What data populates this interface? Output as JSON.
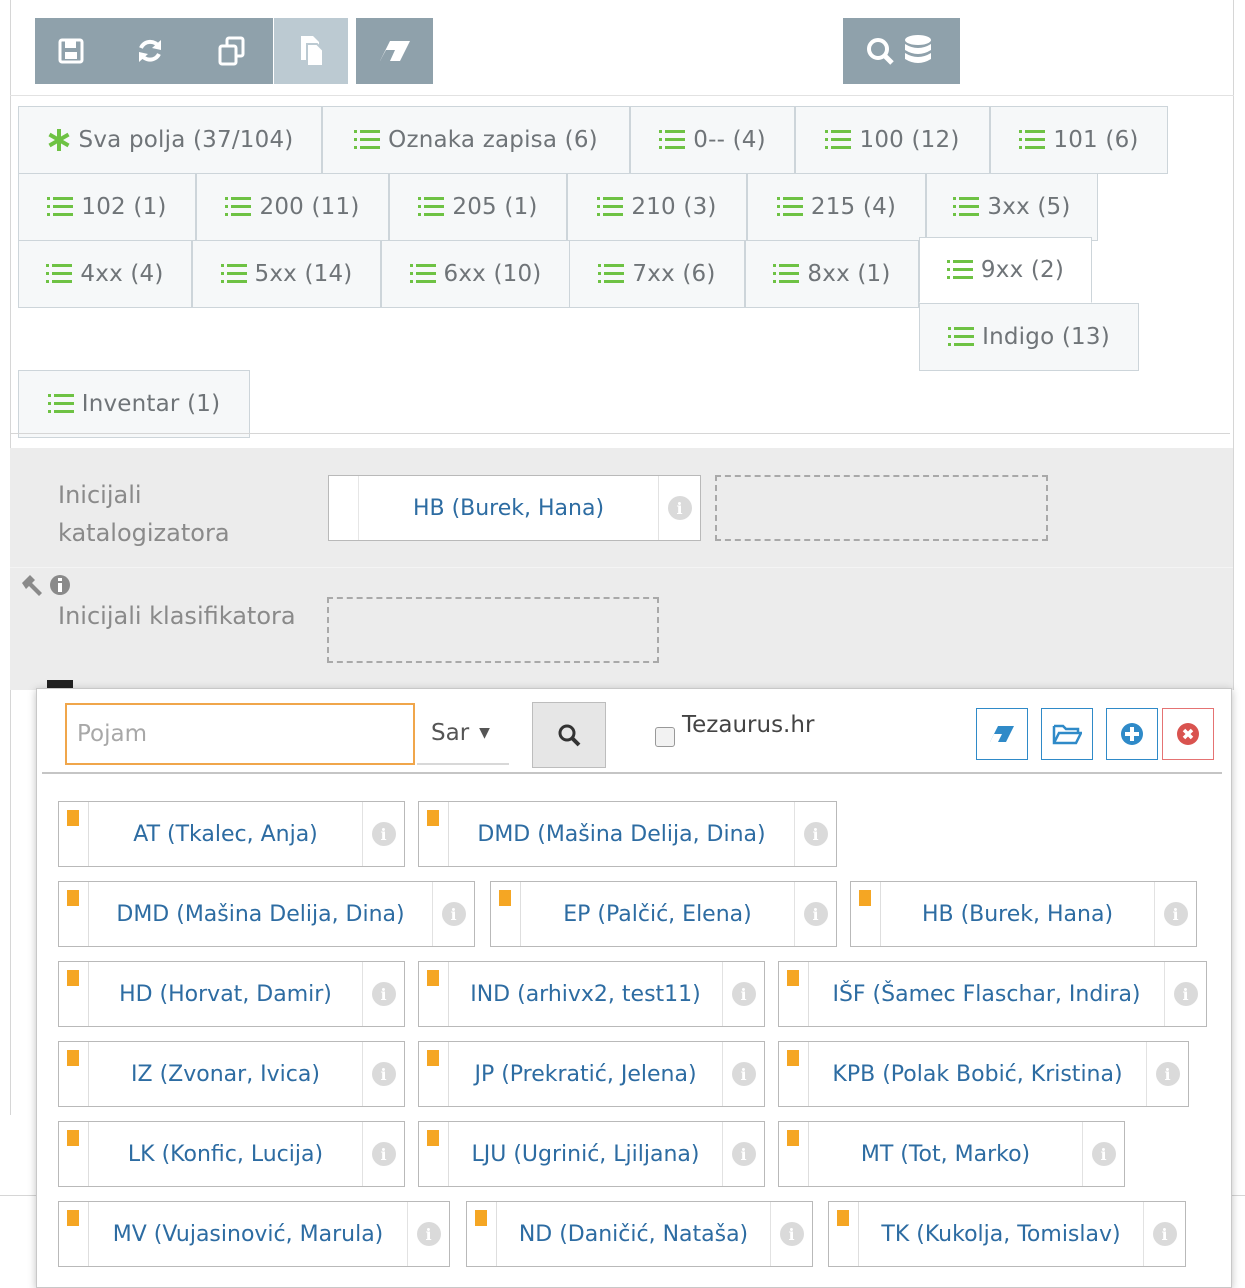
{
  "toolbar": {
    "buttons": [
      {
        "icon": "save-icon"
      },
      {
        "icon": "refresh-icon"
      },
      {
        "icon": "copy-icon"
      },
      {
        "icon": "paste-icon",
        "active": true
      },
      {
        "icon": "eraser-icon"
      },
      {
        "icon": "search-database-icon"
      }
    ]
  },
  "tabs": [
    {
      "label": "Sva polja (37/104)",
      "icon": "asterisk-icon"
    },
    {
      "label": "Oznaka zapisa (6)",
      "icon": "list-icon"
    },
    {
      "label": "0-- (4)",
      "icon": "list-icon"
    },
    {
      "label": "100 (12)",
      "icon": "list-icon"
    },
    {
      "label": "101 (6)",
      "icon": "list-icon"
    },
    {
      "label": "102 (1)",
      "icon": "list-icon"
    },
    {
      "label": "200 (11)",
      "icon": "list-icon"
    },
    {
      "label": "205 (1)",
      "icon": "list-icon"
    },
    {
      "label": "210 (3)",
      "icon": "list-icon"
    },
    {
      "label": "215 (4)",
      "icon": "list-icon"
    },
    {
      "label": "3xx (5)",
      "icon": "list-icon"
    },
    {
      "label": "4xx (4)",
      "icon": "list-icon"
    },
    {
      "label": "5xx (14)",
      "icon": "list-icon"
    },
    {
      "label": "6xx (10)",
      "icon": "list-icon"
    },
    {
      "label": "7xx (6)",
      "icon": "list-icon"
    },
    {
      "label": "8xx (1)",
      "icon": "list-icon"
    },
    {
      "label": "9xx (2)",
      "icon": "list-icon",
      "active": true
    },
    {
      "label": "Indigo (13)",
      "icon": "list-icon"
    },
    {
      "label": "Inventar (1)",
      "icon": "list-icon"
    }
  ],
  "form": {
    "cataloguer_label_line1": "Inicijali",
    "cataloguer_label_line2": "katalogizatora",
    "cataloguer_value": "HB (Burek, Hana)",
    "classifier_label": "Inicijali klasifikatora"
  },
  "popup": {
    "search_placeholder": "Pojam",
    "select_value": "Sar",
    "tezaurus_label": "Tezaurus.hr",
    "accent_color": "#2f8ac8",
    "flag_color": "#f5a623",
    "people": [
      "AT (Tkalec, Anja)",
      "DMD (Mašina Delija, Dina)",
      "DMD (Mašina Delija, Dina)",
      "EP (Palčić, Elena)",
      "HB (Burek, Hana)",
      "HD (Horvat, Damir)",
      "IND (arhivx2, test11)",
      "IŠF (Šamec Flaschar, Indira)",
      "IZ (Zvonar, Ivica)",
      "JP (Prekratić, Jelena)",
      "KPB (Polak Bobić, Kristina)",
      "LK (Konfic, Lucija)",
      "LJU (Ugrinić, Ljiljana)",
      "MT (Tot, Marko)",
      "MV (Vujasinović, Marula)",
      "ND (Daničić, Nataša)",
      "TK (Kukolja, Tomislav)"
    ]
  }
}
